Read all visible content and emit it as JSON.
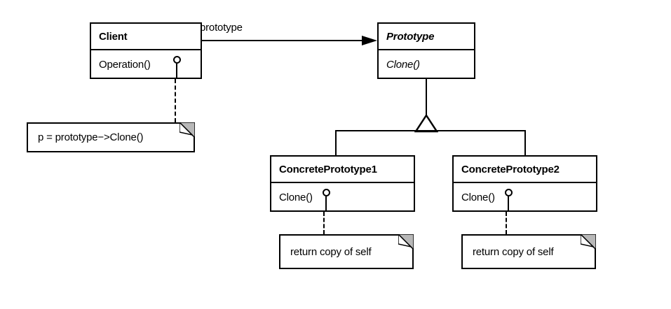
{
  "diagram": {
    "title": "Prototype design pattern class diagram",
    "notation": "UML",
    "background_color": "#ffffff",
    "line_color": "#000000"
  },
  "classes": [
    {
      "id": "client",
      "name": "Client",
      "abstract": false,
      "operations": [
        {
          "name": "Operation()",
          "abstract": false,
          "has_lollipop": true
        }
      ]
    },
    {
      "id": "prototype",
      "name": "Prototype",
      "abstract": true,
      "operations": [
        {
          "name": "Clone()",
          "abstract": true,
          "has_lollipop": false
        }
      ]
    },
    {
      "id": "concrete_prototype_1",
      "name": "ConcretePrototype1",
      "abstract": false,
      "operations": [
        {
          "name": "Clone()",
          "abstract": false,
          "has_lollipop": true
        }
      ]
    },
    {
      "id": "concrete_prototype_2",
      "name": "ConcretePrototype2",
      "abstract": false,
      "operations": [
        {
          "name": "Clone()",
          "abstract": false,
          "has_lollipop": true
        }
      ]
    }
  ],
  "notes": [
    {
      "id": "note_client",
      "text": "p = prototype−>Clone()"
    },
    {
      "id": "note_cp1",
      "text": "return copy of self"
    },
    {
      "id": "note_cp2",
      "text": "return copy of self"
    }
  ],
  "relationships": [
    {
      "id": "client_to_prototype",
      "type": "association",
      "label": "prototype",
      "from": "Client",
      "to": "Prototype",
      "arrow": "open-filled"
    },
    {
      "id": "cp1_inherits_prototype",
      "type": "generalization",
      "label": "",
      "from": "ConcretePrototype1",
      "to": "Prototype",
      "arrow": "hollow-triangle"
    },
    {
      "id": "cp2_inherits_prototype",
      "type": "generalization",
      "label": "",
      "from": "ConcretePrototype2",
      "to": "Prototype",
      "arrow": "hollow-triangle"
    }
  ]
}
